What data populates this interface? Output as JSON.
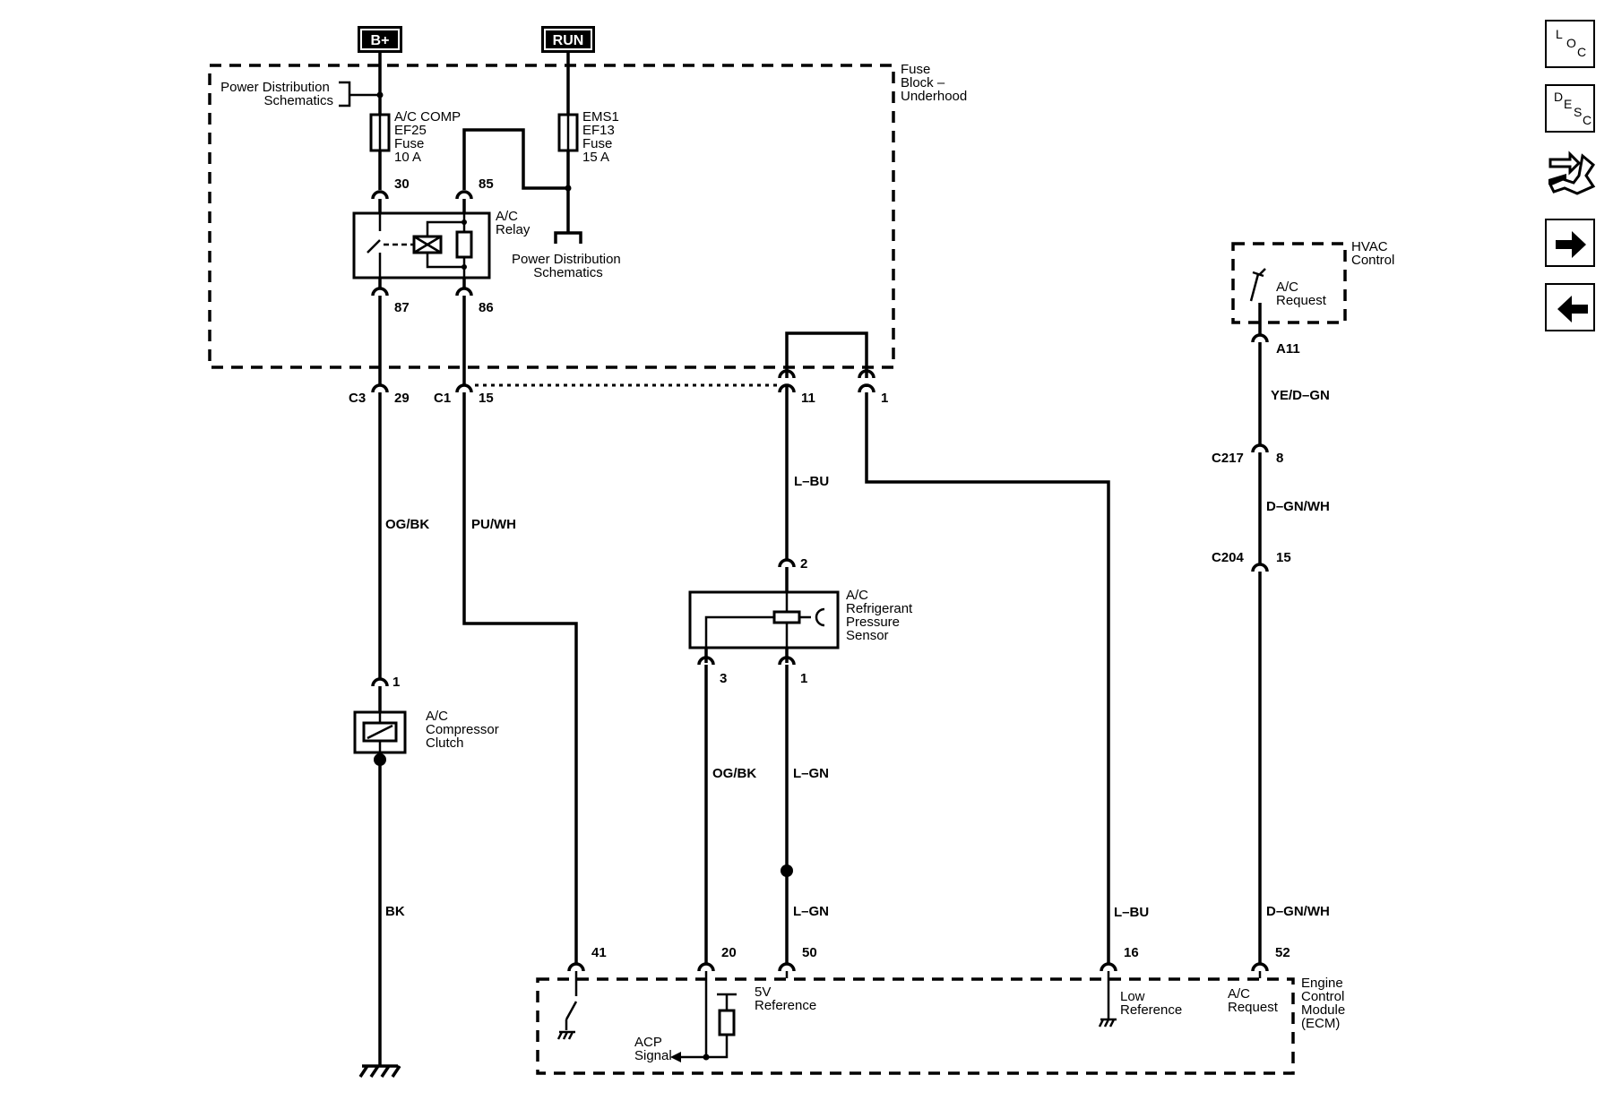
{
  "power": {
    "bplus": "B+",
    "run": "RUN"
  },
  "fuse_block": {
    "line1": "Fuse",
    "line2": "Block –",
    "line3": "Underhood"
  },
  "pds": {
    "line1": "Power Distribution",
    "line2": "Schematics"
  },
  "fuse_ac": {
    "l1": "A/C COMP",
    "l2": "EF25",
    "l3": "Fuse",
    "l4": "10 A"
  },
  "fuse_ems": {
    "l1": "EMS1",
    "l2": "EF13",
    "l3": "Fuse",
    "l4": "15 A"
  },
  "relay": {
    "l1": "A/C",
    "l2": "Relay",
    "p30": "30",
    "p85": "85",
    "p87": "87",
    "p86": "86"
  },
  "connectors": {
    "c3": "C3",
    "c3pin": "29",
    "c1": "C1",
    "c1pin": "15",
    "fb11": "11",
    "fb1": "1",
    "c217": "C217",
    "c217pin": "8",
    "c204": "C204",
    "c204pin": "15",
    "a11": "A11"
  },
  "wires": {
    "ogbk1": "OG/BK",
    "puwh": "PU/WH",
    "lbu1": "L–BU",
    "lbu2": "L–BU",
    "ogbk2": "OG/BK",
    "lgn1": "L–GN",
    "lgn2": "L–GN",
    "bk": "BK",
    "yedgn": "YE/D–GN",
    "dgnwh1": "D–GN/WH",
    "dgnwh2": "D–GN/WH"
  },
  "sensor": {
    "l1": "A/C",
    "l2": "Refrigerant",
    "l3": "Pressure",
    "l4": "Sensor",
    "p2": "2",
    "p3": "3",
    "p1": "1"
  },
  "clutch": {
    "l1": "A/C",
    "l2": "Compressor",
    "l3": "Clutch",
    "p1": "1"
  },
  "hvac": {
    "l1": "HVAC",
    "l2": "Control",
    "req1": "A/C",
    "req2": "Request"
  },
  "ecm": {
    "l1": "Engine",
    "l2": "Control",
    "l3": "Module",
    "l4": "(ECM)",
    "p41": "41",
    "p20": "20",
    "p50": "50",
    "p16": "16",
    "p52": "52",
    "ref5v1": "5V",
    "ref5v2": "Reference",
    "acp1": "ACP",
    "acp2": "Signal",
    "low1": "Low",
    "low2": "Reference",
    "req1": "A/C",
    "req2": "Request"
  },
  "nav": {
    "loc": [
      "L",
      "O",
      "C"
    ],
    "desc": [
      "D",
      "E",
      "S",
      "C"
    ]
  }
}
